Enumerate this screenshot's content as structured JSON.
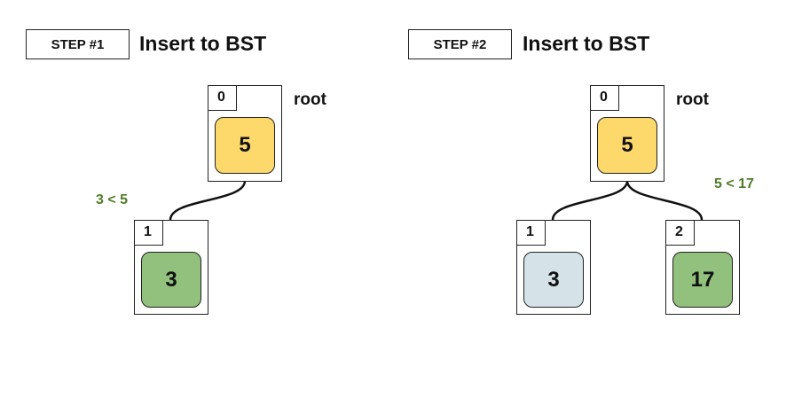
{
  "colors": {
    "yellow_node": "#fdd86b",
    "green_node": "#91c17c",
    "grey_node": "#d5e3e8",
    "comparison_text": "#4f7c28"
  },
  "step1": {
    "label": "STEP #1",
    "title": "Insert to BST",
    "root_label": "root",
    "comparison": "3 < 5",
    "nodes": [
      {
        "index": "0",
        "value": "5"
      },
      {
        "index": "1",
        "value": "3"
      }
    ]
  },
  "step2": {
    "label": "STEP #2",
    "title": "Insert to BST",
    "root_label": "root",
    "comparison": "5 < 17",
    "nodes": [
      {
        "index": "0",
        "value": "5"
      },
      {
        "index": "1",
        "value": "3"
      },
      {
        "index": "2",
        "value": "17"
      }
    ]
  }
}
